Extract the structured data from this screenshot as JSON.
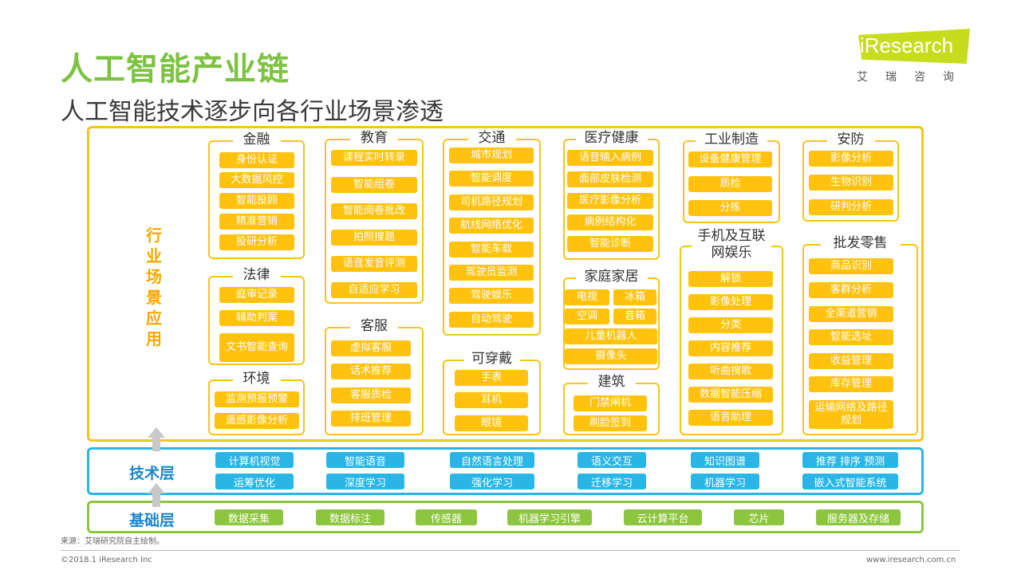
{
  "title": "人工智能产业链",
  "subtitle": "人工智能技术逐步向各行业场景渗透",
  "logo": {
    "text": "iResearch",
    "cn": "艾瑞咨询",
    "accent": "#c8dc1e"
  },
  "layers": {
    "application": "行业场景应用",
    "tech": "技术层",
    "base": "基础层"
  },
  "categories": [
    {
      "title": "金融",
      "items": [
        "身份认证",
        "大数据风控",
        "智能投顾",
        "精准营销",
        "投研分析"
      ]
    },
    {
      "title": "法律",
      "items": [
        "庭审记录",
        "辅助判案",
        "文书智能查询"
      ]
    },
    {
      "title": "环境",
      "items": [
        "监测预报预警",
        "遥感影像分析"
      ]
    },
    {
      "title": "教育",
      "items": [
        "课程实时转录",
        "智能组卷",
        "智能阅卷批改",
        "拍照搜题",
        "语音发音评测",
        "自适应学习"
      ]
    },
    {
      "title": "客服",
      "items": [
        "虚拟客服",
        "话术推荐",
        "客服质检",
        "排班管理"
      ]
    },
    {
      "title": "交通",
      "items": [
        "城市规划",
        "智能调度",
        "司机路径规划",
        "航线网络优化",
        "智能车载",
        "驾驶员监测",
        "驾驶娱乐",
        "自动驾驶"
      ]
    },
    {
      "title": "可穿戴",
      "items": [
        "手表",
        "耳机",
        "眼镜"
      ]
    },
    {
      "title": "医疗健康",
      "items": [
        "语音输入病例",
        "面部皮肤检测",
        "医疗影像分析",
        "病例结构化",
        "智能诊断"
      ]
    },
    {
      "title": "家庭家居",
      "items": [
        "电视",
        "冰箱",
        "空调",
        "音箱",
        "儿童机器人",
        "摄像头"
      ]
    },
    {
      "title": "建筑",
      "items": [
        "门禁闸机",
        "刷脸签到"
      ]
    },
    {
      "title": "工业制造",
      "items": [
        "设备健康管理",
        "质检",
        "分拣"
      ]
    },
    {
      "title": "手机及互联网娱乐",
      "items": [
        "解锁",
        "影像处理",
        "分类",
        "内容推荐",
        "听曲搜歌",
        "数据智能压缩",
        "语音助理"
      ]
    },
    {
      "title": "安防",
      "items": [
        "影像分析",
        "生物识别",
        "研判分析"
      ]
    },
    {
      "title": "批发零售",
      "items": [
        "商品识别",
        "客群分析",
        "全渠道营销",
        "智能选址",
        "收益管理",
        "库存管理",
        "运输网络及路径规划"
      ]
    }
  ],
  "tech_items": [
    "计算机视觉",
    "智能语音",
    "自然语言处理",
    "语义交互",
    "知识图谱",
    "推荐 排序 预测",
    "运筹优化",
    "深度学习",
    "强化学习",
    "迁移学习",
    "机器学习",
    "嵌入式智能系统"
  ],
  "base_items": [
    "数据采集",
    "数据标注",
    "传感器",
    "机器学习引擎",
    "云计算平台",
    "芯片",
    "服务器及存储"
  ],
  "source": "来源：艾瑞研究院自主绘制。",
  "copyright": "©2018.1 iResearch Inc",
  "website": "www.iresearch.com.cn",
  "colors": {
    "title": "#7dc242",
    "application": "#f5c518",
    "tech": "#29b6e6",
    "base": "#8cc63f"
  }
}
